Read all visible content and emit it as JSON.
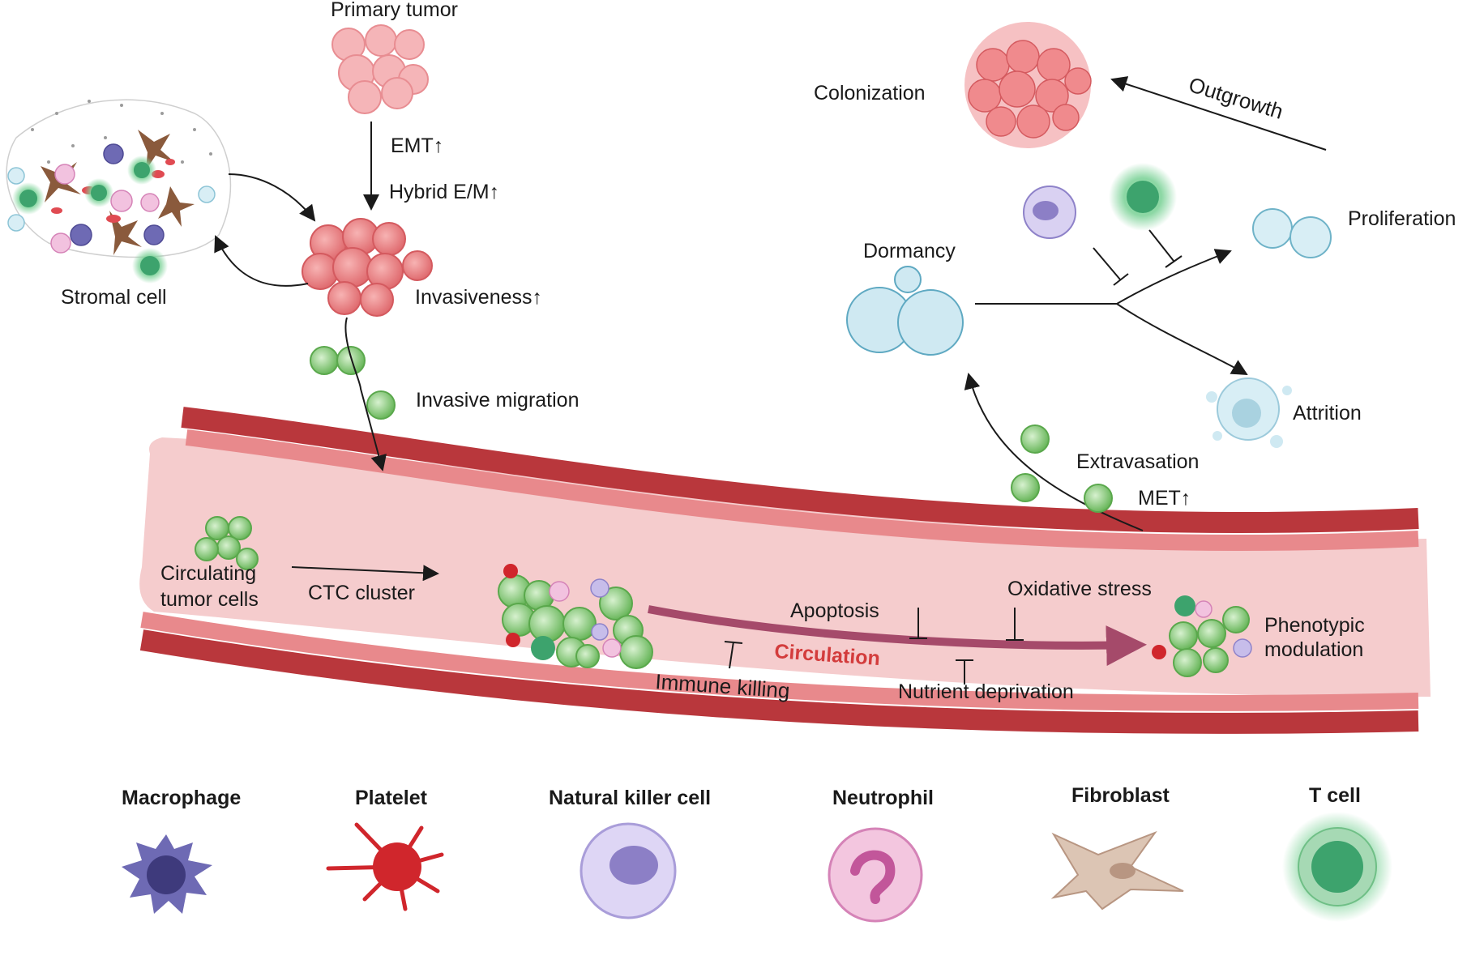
{
  "labels": {
    "primary_tumor": "Primary tumor",
    "emt": "EMT↑",
    "hybrid_em": "Hybrid E/M↑",
    "invasiveness": "Invasiveness↑",
    "stromal_cell": "Stromal cell",
    "invasive_migration": "Invasive migration",
    "circulating_tumor_cells_line1": "Circulating",
    "circulating_tumor_cells_line2": "tumor cells",
    "ctc_cluster": "CTC cluster",
    "circulation": "Circulation",
    "apoptosis": "Apoptosis",
    "oxidative_stress": "Oxidative stress",
    "immune_killing": "Immune killing",
    "nutrient_deprivation": "Nutrient deprivation",
    "phenotypic_modulation_line1": "Phenotypic",
    "phenotypic_modulation_line2": "modulation",
    "extravasation": "Extravasation",
    "met": "MET↑",
    "dormancy": "Dormancy",
    "proliferation": "Proliferation",
    "attrition": "Attrition",
    "colonization": "Colonization",
    "outgrowth": "Outgrowth"
  },
  "legend": [
    {
      "label": "Macrophage",
      "icon": "macrophage-icon"
    },
    {
      "label": "Platelet",
      "icon": "platelet-icon"
    },
    {
      "label": "Natural killer cell",
      "icon": "nk-cell-icon"
    },
    {
      "label": "Neutrophil",
      "icon": "neutrophil-icon"
    },
    {
      "label": "Fibroblast",
      "icon": "fibroblast-icon"
    },
    {
      "label": "T cell",
      "icon": "t-cell-icon"
    }
  ],
  "colors": {
    "vessel_wall": "#b9373c",
    "vessel_lumen": "#f5c9c9",
    "circulation_arrow": "#a54a6a",
    "circulation_text": "#d33c3c",
    "tumor_cell": "#e8777b",
    "ctc_cell": "#7cc46e",
    "dormant_cell": "#bfe3ee",
    "macrophage": "#6e6ab4",
    "platelet": "#d0262c",
    "nk_cell": "#b7a9e0",
    "neutrophil": "#e8a6cf",
    "fibroblast": "#d9bfae",
    "t_cell": "#3da36d"
  }
}
